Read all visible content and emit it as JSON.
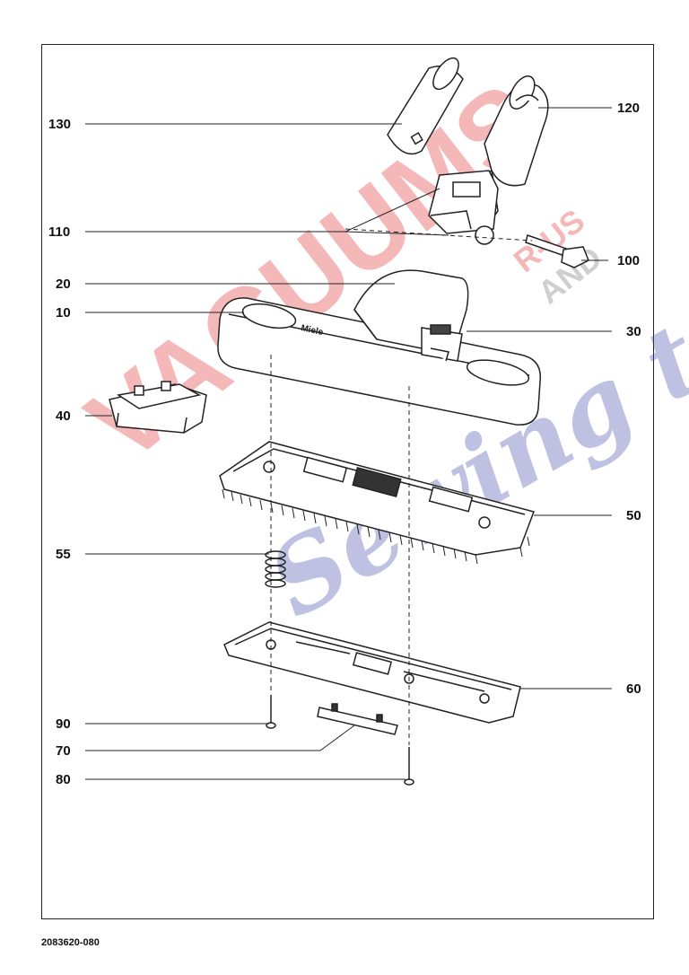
{
  "document_number": "2083620-080",
  "brand_mark": "Miele",
  "watermark": {
    "line1": "VACUUMS",
    "line2_a": "R-US",
    "line2_b": "AND",
    "line3": "Sewing too",
    "red": "#e0363a",
    "blue": "#4b4fb0"
  },
  "callouts": [
    {
      "label": "130"
    },
    {
      "label": "120"
    },
    {
      "label": "110"
    },
    {
      "label": "100"
    },
    {
      "label": "20"
    },
    {
      "label": "10"
    },
    {
      "label": "30"
    },
    {
      "label": "40"
    },
    {
      "label": "50"
    },
    {
      "label": "55"
    },
    {
      "label": "60"
    },
    {
      "label": "90"
    },
    {
      "label": "70"
    },
    {
      "label": "80"
    }
  ],
  "colors": {
    "line": "#222222",
    "paper": "#ffffff"
  }
}
